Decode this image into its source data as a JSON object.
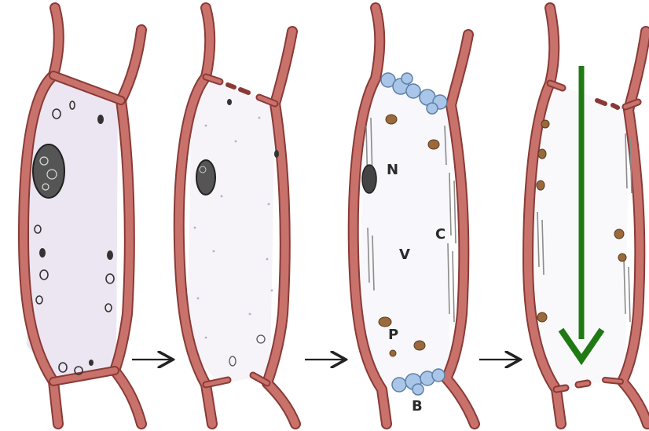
{
  "figure": {
    "stages": [
      "stage-1",
      "stage-2",
      "stage-3",
      "stage-4"
    ],
    "labels": {
      "nucleus": "N",
      "vacuole": "V",
      "cytoskeleton": "C",
      "plastid": "P",
      "callose_plug": "B"
    },
    "colors": {
      "cell_wall": "#c9726c",
      "wall_outline": "#8a3a36",
      "cytoplasm": "#ece6f2",
      "organelle": "#9a6a3c",
      "callose": "#a9c6e8",
      "flow_arrow": "#1f7a13",
      "step_arrow": "#222222"
    },
    "icons": [
      "step-arrow-icon",
      "flow-arrow-icon"
    ]
  }
}
